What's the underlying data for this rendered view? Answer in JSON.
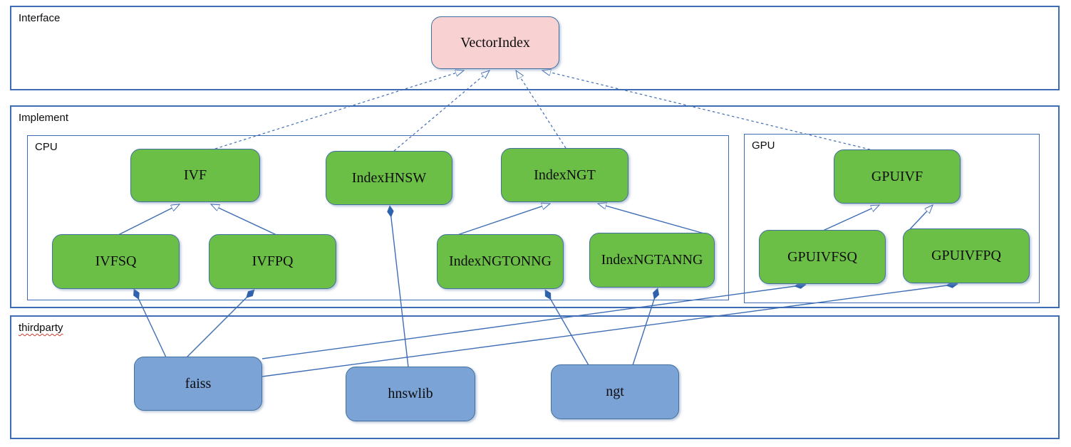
{
  "diagram": {
    "kind": "uml-class-diagram",
    "sections": {
      "interface": {
        "label": "Interface"
      },
      "implement": {
        "label": "Implement"
      },
      "cpu": {
        "label": "CPU"
      },
      "gpu": {
        "label": "GPU"
      },
      "thirdparty": {
        "label": "thirdparty"
      }
    },
    "nodes": {
      "vectorindex": {
        "label": "VectorIndex"
      },
      "ivf": {
        "label": "IVF"
      },
      "indexhnsw": {
        "label": "IndexHNSW"
      },
      "indexngt": {
        "label": "IndexNGT"
      },
      "gpuivf": {
        "label": "GPUIVF"
      },
      "ivfsq": {
        "label": "IVFSQ"
      },
      "ivfpq": {
        "label": "IVFPQ"
      },
      "indexngtonng": {
        "label": "IndexNGTONNG"
      },
      "indexngtanng": {
        "label": "IndexNGTANNG"
      },
      "gpuivfsq": {
        "label": "GPUIVFSQ"
      },
      "gpuivfpq": {
        "label": "GPUIVFPQ"
      },
      "faiss": {
        "label": "faiss"
      },
      "hnswlib": {
        "label": "hnswlib"
      },
      "ngt": {
        "label": "ngt"
      }
    },
    "edges": [
      {
        "from": "IVF",
        "to": "VectorIndex",
        "type": "realization"
      },
      {
        "from": "IndexHNSW",
        "to": "VectorIndex",
        "type": "realization"
      },
      {
        "from": "IndexNGT",
        "to": "VectorIndex",
        "type": "realization"
      },
      {
        "from": "GPUIVF",
        "to": "VectorIndex",
        "type": "realization"
      },
      {
        "from": "IVFSQ",
        "to": "IVF",
        "type": "inheritance"
      },
      {
        "from": "IVFPQ",
        "to": "IVF",
        "type": "inheritance"
      },
      {
        "from": "IndexNGTONNG",
        "to": "IndexNGT",
        "type": "inheritance"
      },
      {
        "from": "IndexNGTANNG",
        "to": "IndexNGT",
        "type": "inheritance"
      },
      {
        "from": "GPUIVFSQ",
        "to": "GPUIVF",
        "type": "inheritance"
      },
      {
        "from": "GPUIVFPQ",
        "to": "GPUIVF",
        "type": "inheritance"
      },
      {
        "from": "IVFSQ",
        "to": "faiss",
        "type": "composition"
      },
      {
        "from": "IVFPQ",
        "to": "faiss",
        "type": "composition"
      },
      {
        "from": "GPUIVFSQ",
        "to": "faiss",
        "type": "composition"
      },
      {
        "from": "GPUIVFPQ",
        "to": "faiss",
        "type": "composition"
      },
      {
        "from": "IndexHNSW",
        "to": "hnswlib",
        "type": "composition"
      },
      {
        "from": "IndexNGTONNG",
        "to": "ngt",
        "type": "composition"
      },
      {
        "from": "IndexNGTANNG",
        "to": "ngt",
        "type": "composition"
      }
    ],
    "colors": {
      "interface_node_fill": "#f8d2d3",
      "implement_node_fill": "#6bbf47",
      "thirdparty_node_fill": "#7ba3d6",
      "border_and_lines": "#3f6db5",
      "composition_diamond": "#2e62ad",
      "squiggle_underline": "#d03a2b"
    }
  }
}
